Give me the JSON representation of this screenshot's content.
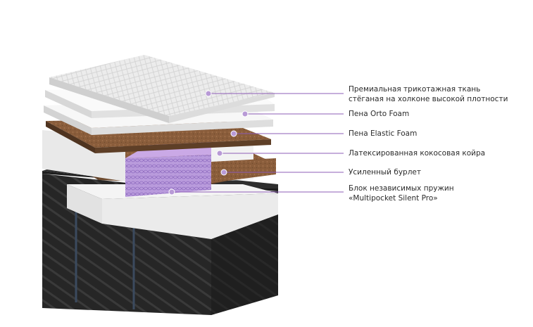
{
  "colors": {
    "callout_line": "#8e5db7",
    "callout_dot": "#b89ad6",
    "text": "#2b2b2b",
    "background": "#ffffff"
  },
  "callouts": [
    {
      "lines": [
        "Премиальная трикотажная ткань",
        "стёганая на холконе высокой плотности"
      ]
    },
    {
      "lines": [
        "Пена Orto Foam"
      ]
    },
    {
      "lines": [
        "Пена Elastic Foam"
      ]
    },
    {
      "lines": [
        "Латексированная кокосовая койра"
      ]
    },
    {
      "lines": [
        "Усиленный бурлет"
      ]
    },
    {
      "lines": [
        "Блок независимых пружин",
        "«Multipocket Silent Pro»"
      ]
    }
  ]
}
